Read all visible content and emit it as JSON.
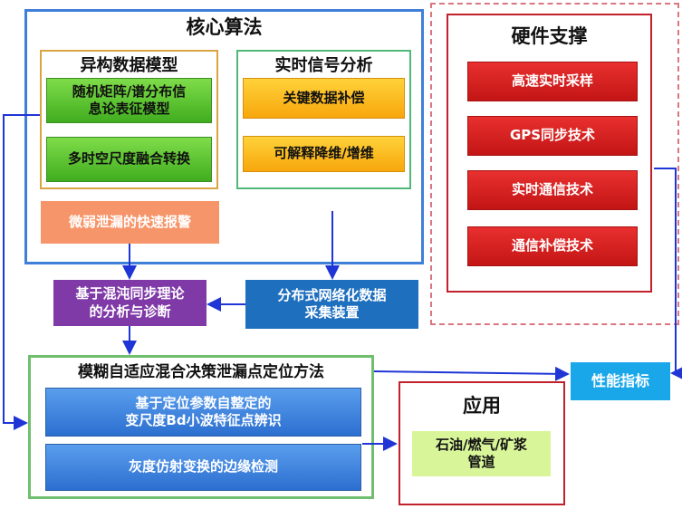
{
  "core": {
    "title": "核心算法",
    "hetero": {
      "title": "异构数据模型",
      "item1_line1": "随机矩阵/谱分布信",
      "item1_line2": "息论表征模型",
      "item2": "多时空尺度融合转换"
    },
    "realtime": {
      "title": "实时信号分析",
      "item1": "关键数据补偿",
      "item2": "可解释降维/增维"
    },
    "alarm": "微弱泄漏的快速报警"
  },
  "hardware": {
    "title": "硬件支撑",
    "items": [
      "高速实时采样",
      "GPS同步技术",
      "实时通信技术",
      "通信补偿技术"
    ]
  },
  "chaos": {
    "line1": "基于混沌同步理论",
    "line2": "的分析与诊断"
  },
  "distributed": {
    "line1": "分布式网络化数据",
    "line2": "采集装置"
  },
  "fuzzy": {
    "title": "模糊自适应混合决策泄漏点定位方法",
    "item1_line1": "基于定位参数自整定的",
    "item1_line2": "变尺度Bd小波特征点辨识",
    "item2": "灰度仿射变换的边缘检测"
  },
  "application": {
    "title": "应用",
    "item_line1": "石油/燃气/矿浆",
    "item_line2": "管道"
  },
  "performance": "性能指标",
  "colors": {
    "core_border": "#3f7fd8",
    "hetero_border": "#d9a441",
    "realtime_border": "#4fb878",
    "hardware_dashed": "#d9777f",
    "hardware_border": "#c0212b",
    "fuzzy_border": "#6fbf6f",
    "application_border": "#c0212b",
    "arrow": "#1f35d6",
    "alarm_fill": "#f7956a",
    "chaos_fill": "#7f3aa8",
    "distributed_fill": "#1f6fbf",
    "performance_fill": "#1aa7ea",
    "application_item_fill": "#d8f59a"
  }
}
